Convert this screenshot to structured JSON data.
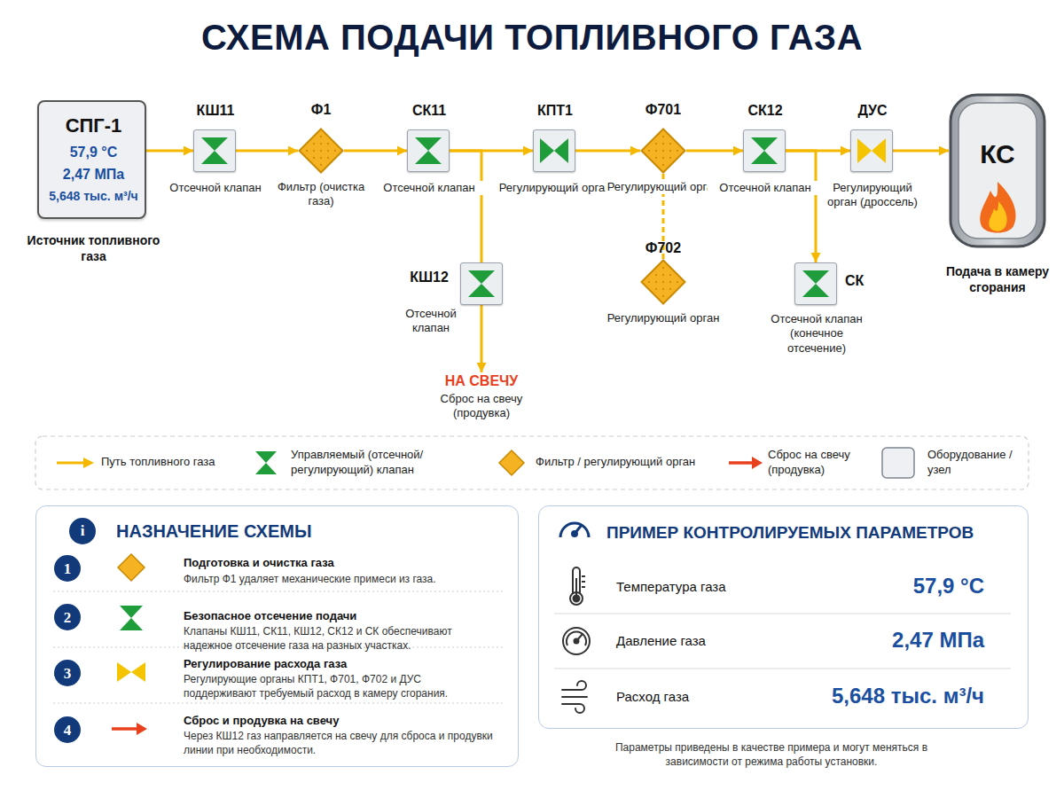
{
  "diagram": {
    "title": "СХЕМА ПОДАЧИ ТОПЛИВНОГО ГАЗА",
    "nodes": [
      {
        "text": [
          "СПГ-1",
          "57,9 °C",
          "2,47 МПа",
          "5,648 тыс. м³/ч",
          "Источник топливного газа"
        ]
      },
      {
        "text": [
          "КШ11",
          "Отсечной клапан"
        ]
      },
      {
        "text": [
          "Ф1",
          "Фильтр (очистка газа)"
        ]
      },
      {
        "text": [
          "СК11",
          "Отсечной клапан"
        ]
      },
      {
        "text": [
          "КПТ1",
          "Регулирующий орган"
        ]
      },
      {
        "text": [
          "Ф701",
          "Регулирующий орган"
        ]
      },
      {
        "text": [
          "СК12",
          "Отсечной клапан"
        ]
      },
      {
        "text": [
          "ДУС",
          "Регулирующий орган (дроссель)"
        ]
      },
      {
        "text": [
          "КС",
          "Подача в камеру сгорания"
        ]
      },
      {
        "text": [
          "КШ12",
          "Отсечной клапан"
        ]
      },
      {
        "text": [
          "НА СВЕЧУ",
          "Сброс на свечу (продувка)"
        ]
      },
      {
        "text": [
          "Ф702",
          "Регулирующий орган"
        ]
      },
      {
        "text": [
          "СК",
          "Отсечной клапан (конечное отсечение)"
        ]
      },
      {
        "text": [
          "НАЗНАЧЕНИЕ СХЕМЫ"
        ]
      },
      {
        "text": [
          "i"
        ],
        "in": 13
      },
      {
        "text": [
          "1"
        ],
        "in": 13
      },
      {
        "text": [
          "2"
        ],
        "in": 13
      },
      {
        "text": [
          "3"
        ],
        "in": 13
      },
      {
        "text": [
          "4"
        ],
        "in": 13
      },
      {
        "text": [
          "ПРИМЕР КОНТРОЛИРУЕМЫХ ПАРАМЕТРОВ"
        ]
      }
    ],
    "edges": [
      {
        "from": 0,
        "to": 1,
        "arrow": "to"
      },
      {
        "from": 1,
        "to": 2,
        "arrow": "to"
      },
      {
        "from": 2,
        "to": 3,
        "arrow": "to"
      },
      {
        "from": 3,
        "to": 4,
        "arrow": "to"
      },
      {
        "from": 4,
        "to": 5,
        "arrow": "to"
      },
      {
        "from": 5,
        "to": 6,
        "arrow": "to"
      },
      {
        "from": 6,
        "to": 7,
        "arrow": "to"
      },
      {
        "from": 7,
        "to": 8,
        "arrow": "to"
      },
      {
        "from": 3,
        "to": 9,
        "arrow": "none"
      },
      {
        "from": 9,
        "to": 10,
        "arrow": "to"
      },
      {
        "from": 5,
        "to": 11,
        "arrow": "none"
      },
      {
        "from": 6,
        "to": 12,
        "arrow": "to"
      }
    ],
    "labels": [
      "Подготовка и очистка газа",
      "Фильтр Ф1 удаляет механические примеси из газа.",
      "Безопасное отсечение подачи",
      "Клапаны КШ11, СК11, КШ12, СК12 и СК обеспечивают надежное отсечение газа на разных участках.",
      "Регулирование расхода газа",
      "Регулирующие органы КПТ1, Ф701, Ф702 и ДУС поддерживают требуемый расход в камеру сгорания.",
      "Сброс и продувка на свечу",
      "Через КШ12 газ направляется на свечу для сброса и продувки линии при необходимости.",
      "Температура газа",
      "57,9 °C",
      "Давление газа",
      "2,47 МПа",
      "Расход газа",
      "5,648 тыс. м³/ч",
      "Параметры приведены в качестве примера и могут меняться в зависимости от режима работы установки."
    ],
    "legend": [
      {
        "text": "Путь топливного газа"
      },
      {
        "text": "Управляемый (отсечной/регулирующий) клапан"
      },
      {
        "text": "Фильтр / регулирующий орган"
      },
      {
        "text": "Сброс на свечу (продувка)"
      },
      {
        "text": "Оборудование / узел"
      }
    ]
  }
}
